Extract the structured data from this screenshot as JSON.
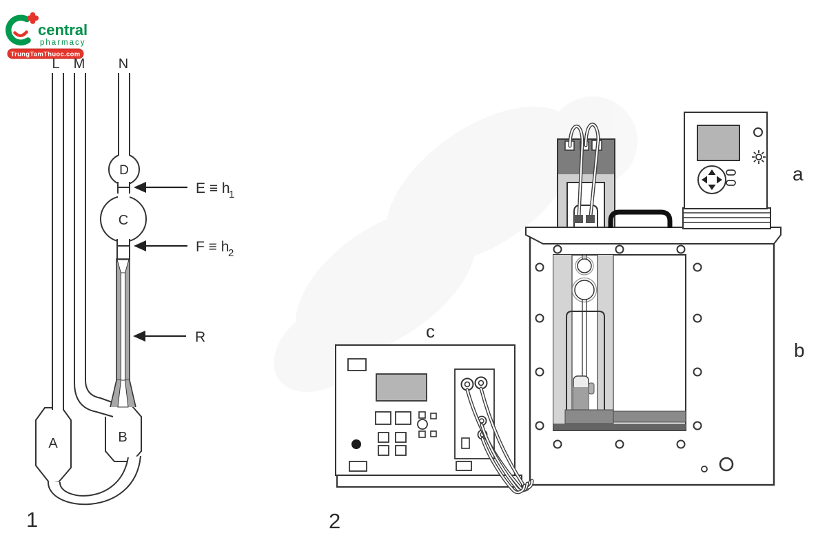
{
  "logo": {
    "brand": "central",
    "tagline": "pharmacy",
    "badge": "TrungTamThuoc.com"
  },
  "figure1": {
    "number": "1",
    "tube_labels": {
      "left": "L",
      "middle": "M",
      "right": "N"
    },
    "bulb_labels": {
      "upper": "D",
      "timing": "C",
      "reservoir": "A",
      "suspended_level": "B"
    },
    "marks": {
      "upper": {
        "text": "E ≡ h",
        "subscript": "1"
      },
      "lower": {
        "text": "F ≡ h",
        "subscript": "2"
      },
      "capillary": {
        "text": "R"
      }
    }
  },
  "figure2": {
    "number": "2",
    "part_labels": {
      "controller": "a",
      "bath": "b",
      "measuring_unit": "c"
    }
  },
  "colors": {
    "line": "#333333",
    "light_gray": "#d4d4d4",
    "mid_gray": "#a8a8a8",
    "dark_gray": "#7d7d7d",
    "screen_gray": "#b5b5b5",
    "logo_green": "#009a4e",
    "logo_text_green": "#00904a",
    "logo_red": "#e4352c"
  }
}
